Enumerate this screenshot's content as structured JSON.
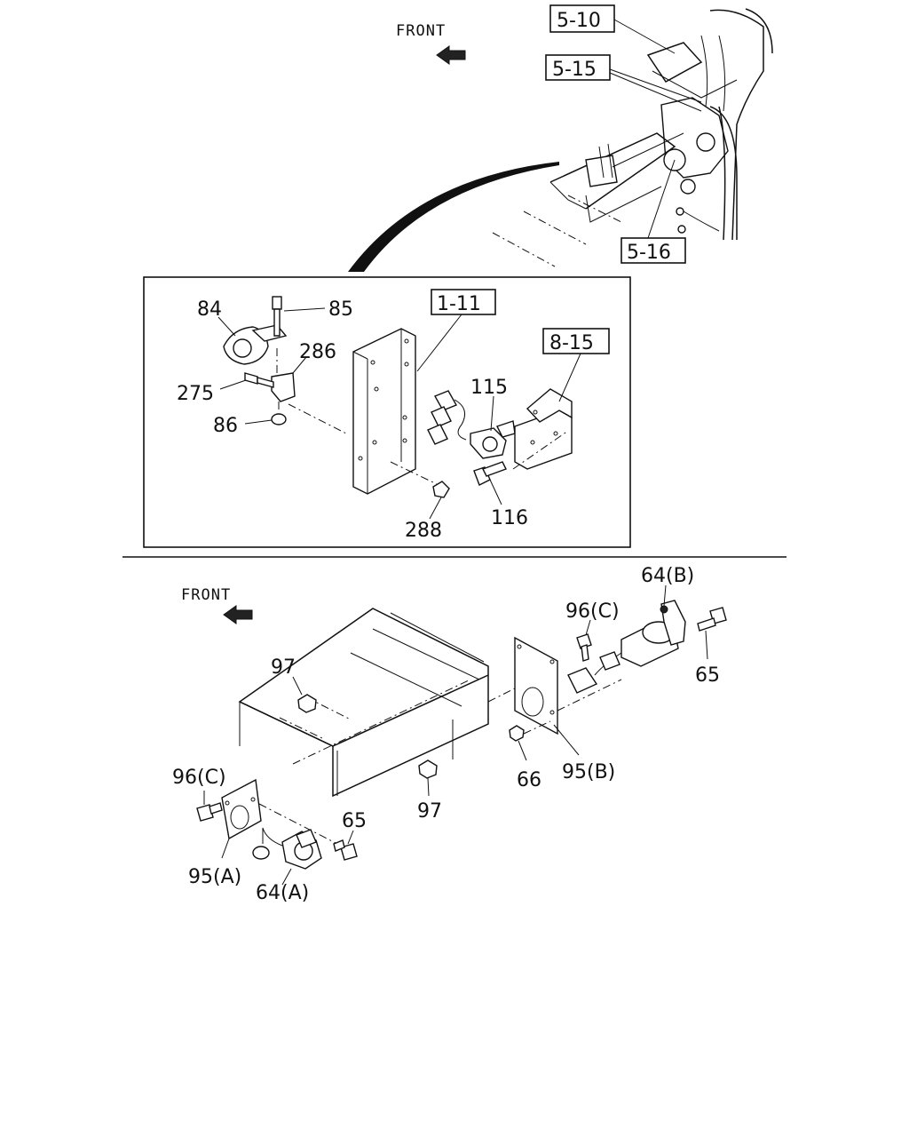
{
  "top": {
    "front_label": "FRONT",
    "refs": {
      "r5_10": "5-10",
      "r5_15": "5-15",
      "r5_16": "5-16",
      "r1_11": "1-11",
      "r8_15": "8-15"
    },
    "parts": {
      "p84": "84",
      "p85": "85",
      "p286": "286",
      "p275": "275",
      "p86": "86",
      "p115": "115",
      "p116": "116",
      "p288": "288"
    }
  },
  "bottom": {
    "front_label": "FRONT",
    "parts": {
      "p64b": "64(B)",
      "p96c_r": "96(C)",
      "p65_r": "65",
      "p97_top": "97",
      "p66": "66",
      "p95b": "95(B)",
      "p96c_l": "96(C)",
      "p97_bot": "97",
      "p65_l": "65",
      "p95a": "95(A)",
      "p64a": "64(A)"
    }
  }
}
